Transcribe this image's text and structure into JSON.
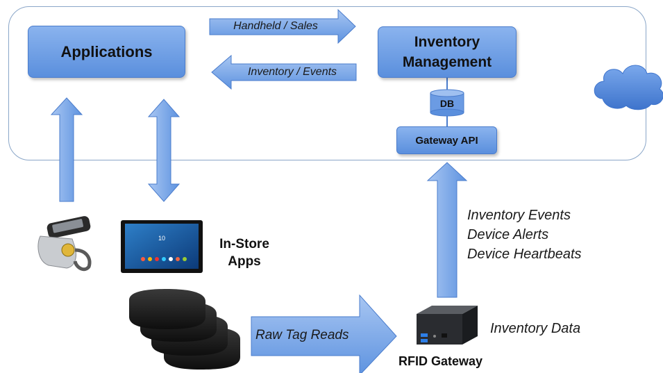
{
  "diagram": {
    "nodes": {
      "applications": "Applications",
      "inventory_management_line1": "Inventory",
      "inventory_management_line2": "Management",
      "db": "DB",
      "gateway_api": "Gateway API",
      "in_store_apps_line1": "In-Store",
      "in_store_apps_line2": "Apps",
      "rfid_gateway": "RFID Gateway"
    },
    "edges": {
      "handheld_sales": "Handheld / Sales",
      "inventory_events_arrow": "Inventory / Events",
      "raw_tag_reads": "Raw Tag Reads"
    },
    "gateway_outputs": [
      "Inventory Events",
      "Device Alerts",
      "Device Heartbeats"
    ],
    "inventory_data": "Inventory Data",
    "handheld_screen_text": "10",
    "colors": {
      "box_fill_top": "#8ab3ee",
      "box_fill_bottom": "#5a8fdd",
      "arrow_fill": "#6b9be3",
      "cloud_fill": "#5b8fe0",
      "boundary": "#8aa6c8"
    },
    "icons": [
      "cloud-icon",
      "database-icon",
      "handheld-scanner-icon",
      "tablet-icon",
      "rfid-antenna-icon",
      "gateway-device-icon"
    ]
  }
}
